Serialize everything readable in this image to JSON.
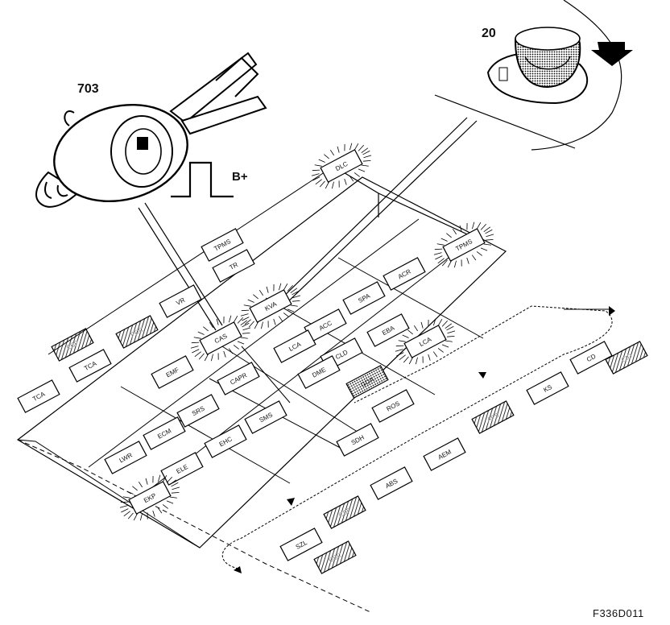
{
  "callouts": {
    "stalk_switch": "703",
    "rain_sensor": "20",
    "signal": "B+"
  },
  "figure_ref": "F336D011",
  "modules": [
    {
      "label": "DLC"
    },
    {
      "label": "TPMS"
    },
    {
      "label": "TR"
    },
    {
      "label": "VR"
    },
    {
      "label": "CAS"
    },
    {
      "label": "KVA"
    },
    {
      "label": "ACC"
    },
    {
      "label": "SPA"
    },
    {
      "label": "ACR"
    },
    {
      "label": "TPMS"
    },
    {
      "label": "LCA"
    },
    {
      "label": "CLD"
    },
    {
      "label": "EBA"
    },
    {
      "label": "LCA"
    },
    {
      "label": "EMF"
    },
    {
      "label": "SRS"
    },
    {
      "label": "CAPR"
    },
    {
      "label": "DME"
    },
    {
      "label": "ECM"
    },
    {
      "label": "LWR"
    },
    {
      "label": "TCA"
    },
    {
      "label": "TCA"
    },
    {
      "label": "EBP"
    },
    {
      "label": "PDC"
    },
    {
      "label": "ELE"
    },
    {
      "label": "EHC"
    },
    {
      "label": "GDA"
    },
    {
      "label": "ROS"
    },
    {
      "label": "SMS"
    },
    {
      "label": "SDH"
    },
    {
      "label": "CD"
    },
    {
      "label": "CID"
    },
    {
      "label": "KS"
    },
    {
      "label": "AFS"
    },
    {
      "label": "AEM"
    },
    {
      "label": "ABS"
    },
    {
      "label": "CSF"
    },
    {
      "label": "SZL"
    },
    {
      "label": "DSC"
    },
    {
      "label": "EKP"
    }
  ]
}
